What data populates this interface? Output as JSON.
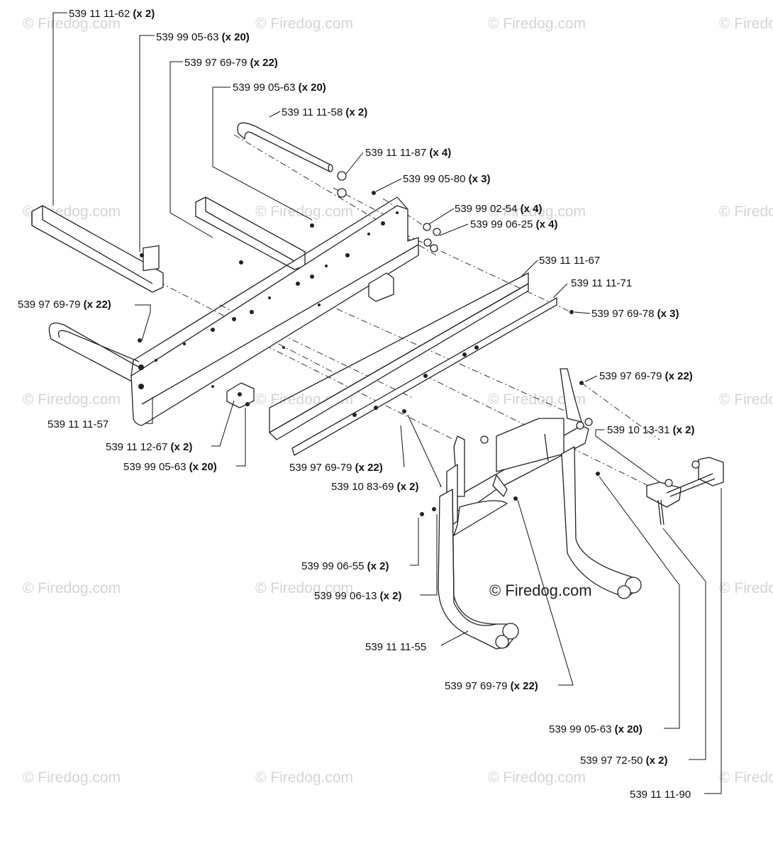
{
  "watermark": "© Firedog.com",
  "center_watermark": "© Firedog.com",
  "labels": [
    {
      "part": "539 11 11-62",
      "qty": "(x 2)"
    },
    {
      "part": "539 99 05-63",
      "qty": "(x 20)"
    },
    {
      "part": "539 97 69-79",
      "qty": "(x 22)"
    },
    {
      "part": "539 99 05-63",
      "qty": "(x 20)"
    },
    {
      "part": "539 11 11-58",
      "qty": "(x 2)"
    },
    {
      "part": "539 11 11-87",
      "qty": "(x 4)"
    },
    {
      "part": "539 99 05-80",
      "qty": "(x 3)"
    },
    {
      "part": "539 99 02-54",
      "qty": "(x 4)"
    },
    {
      "part": "539 99 06-25",
      "qty": "(x 4)"
    },
    {
      "part": "539 11 11-67",
      "qty": ""
    },
    {
      "part": "539 11 11-71",
      "qty": ""
    },
    {
      "part": "539 97 69-79",
      "qty": "(x 22)"
    },
    {
      "part": "539 97 69-78",
      "qty": "(x 3)"
    },
    {
      "part": "539 97 69-79",
      "qty": "(x 22)"
    },
    {
      "part": "539 10 13-31",
      "qty": "(x 2)"
    },
    {
      "part": "539 11 11-57",
      "qty": ""
    },
    {
      "part": "539 11 12-67",
      "qty": "(x 2)"
    },
    {
      "part": "539 99 05-63",
      "qty": "(x 20)"
    },
    {
      "part": "539 97 69-79",
      "qty": "(x 22)"
    },
    {
      "part": "539 10 83-69",
      "qty": "(x 2)"
    },
    {
      "part": "539 99 06-55",
      "qty": "(x 2)"
    },
    {
      "part": "539 99 06-13",
      "qty": "(x 2)"
    },
    {
      "part": "539 11 11-55",
      "qty": ""
    },
    {
      "part": "539 97 69-79",
      "qty": "(x 22)"
    },
    {
      "part": "539 99 05-63",
      "qty": "(x 20)"
    },
    {
      "part": "539 97 72-50",
      "qty": "(x 2)"
    },
    {
      "part": "539 11 11-90",
      "qty": ""
    }
  ]
}
